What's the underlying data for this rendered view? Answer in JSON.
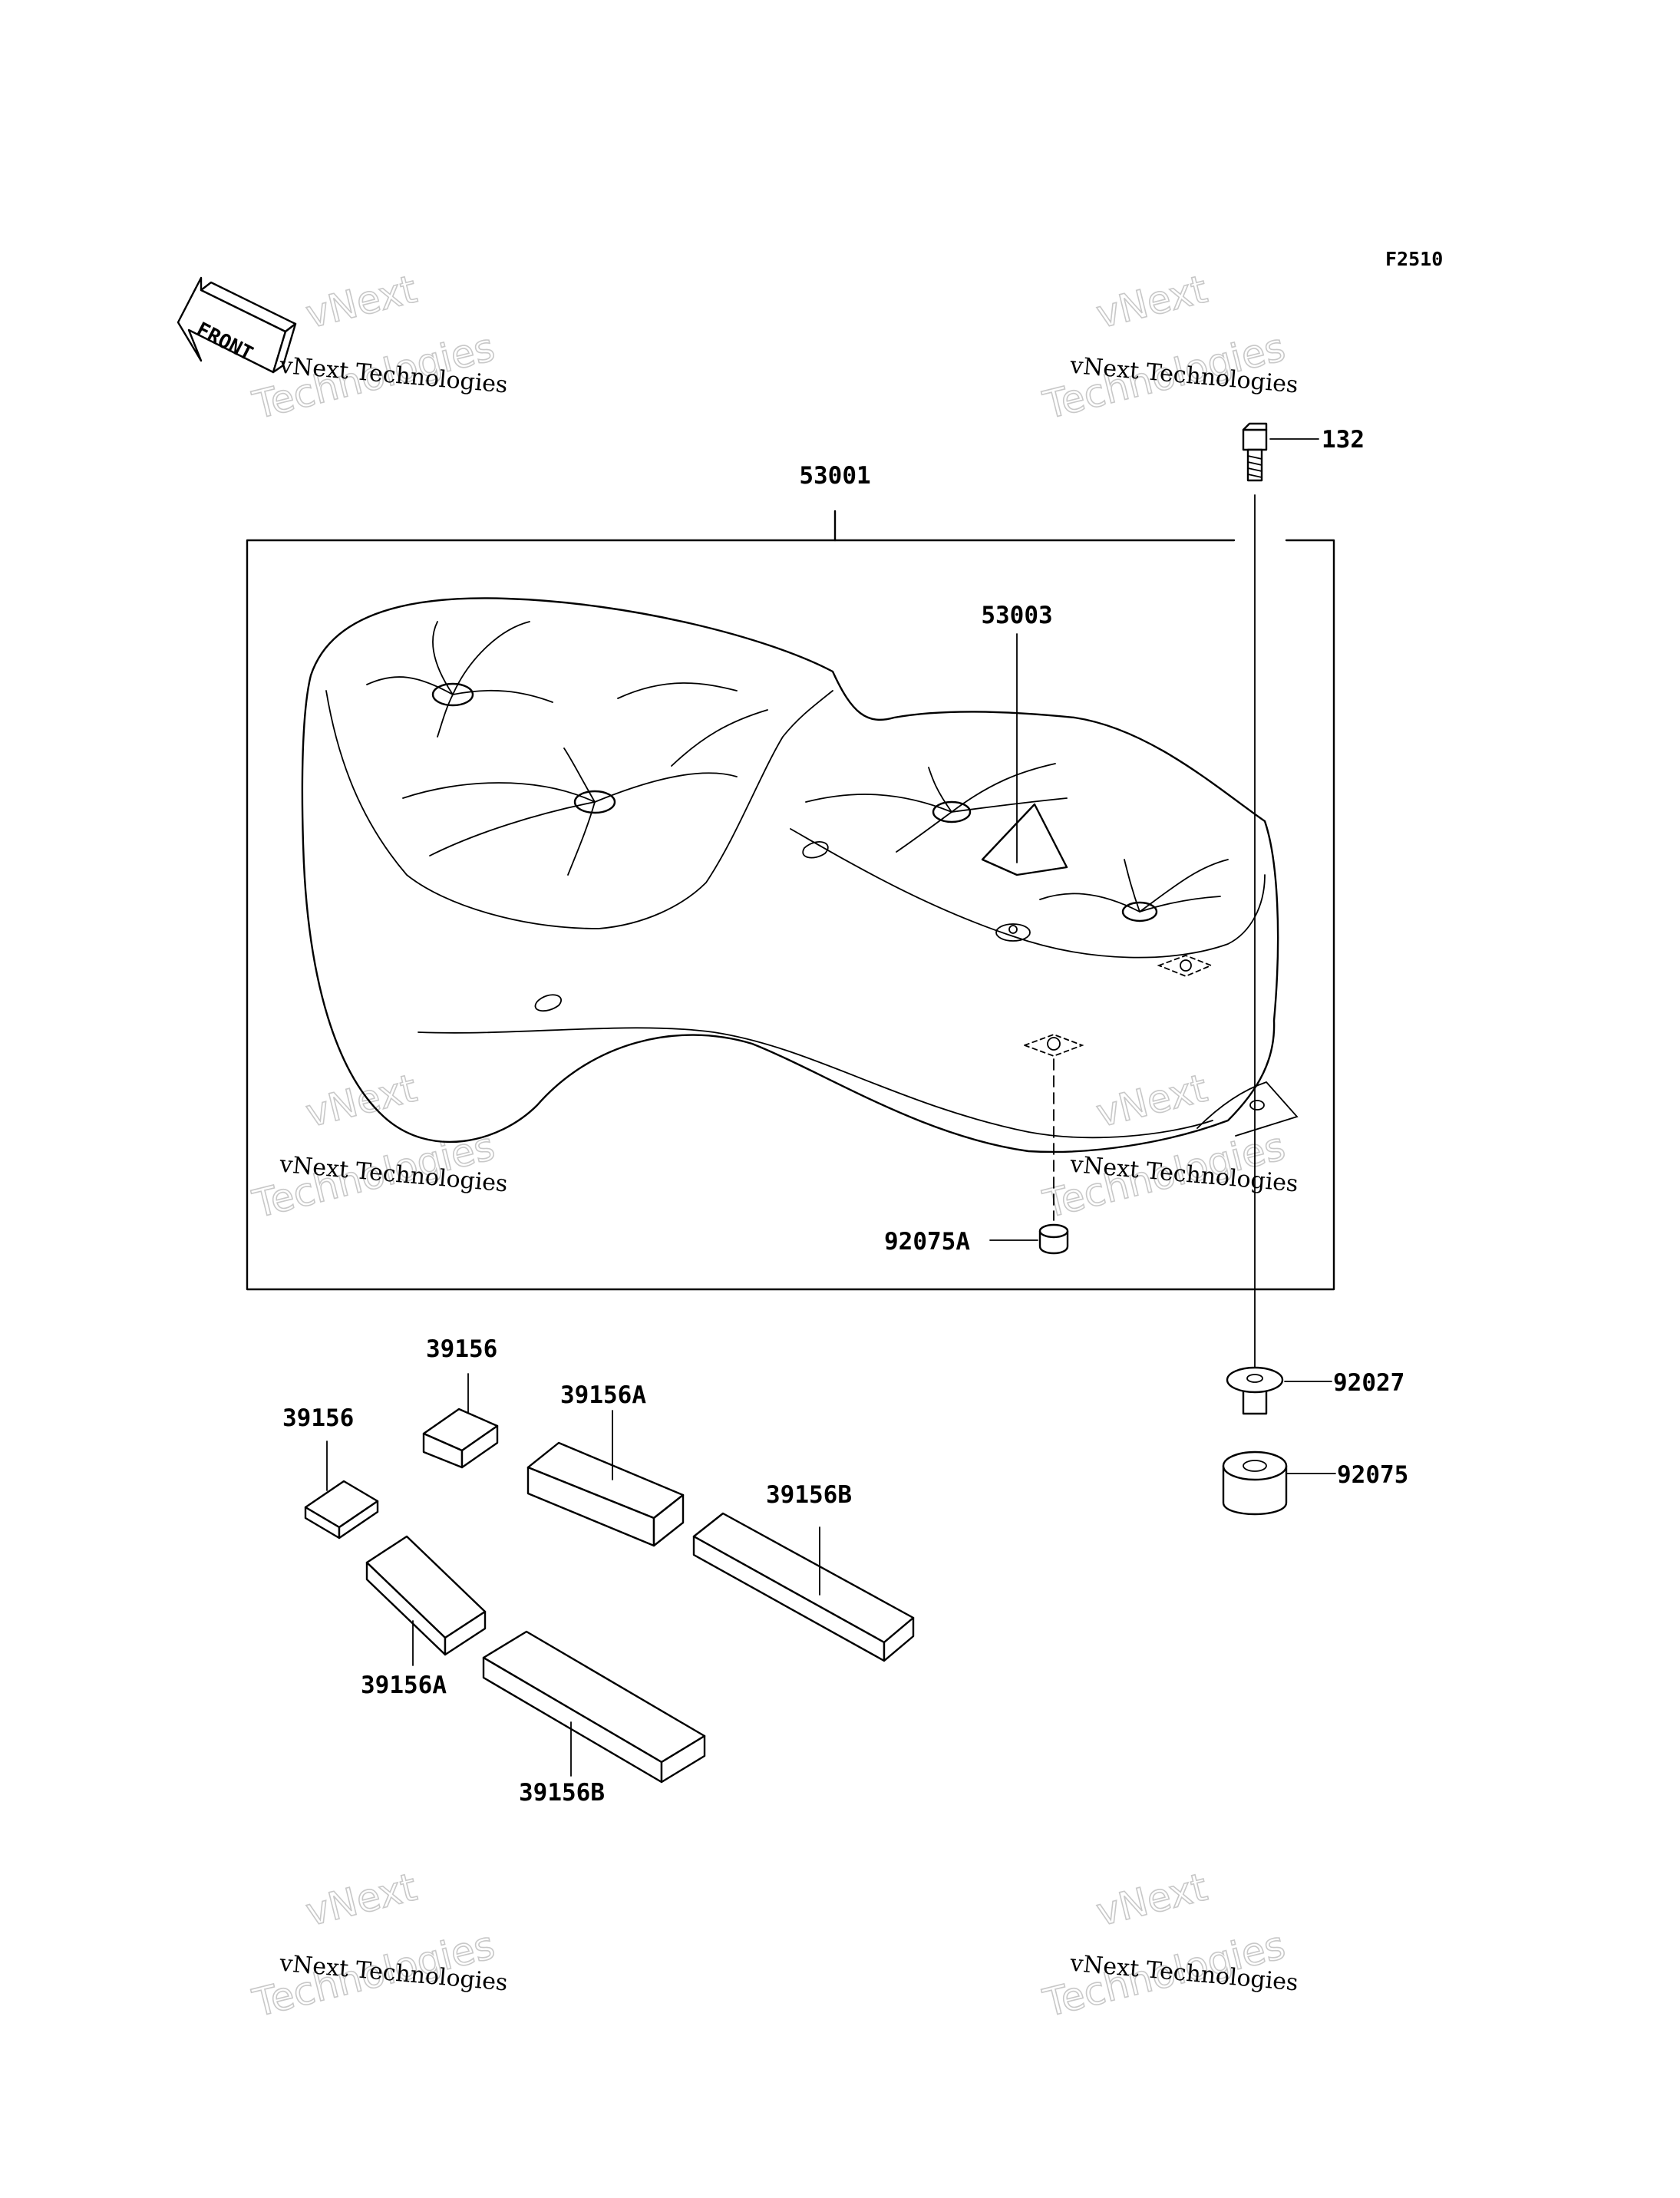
{
  "figure_code": "F2510",
  "front_arrow": {
    "label": "FRONT"
  },
  "watermark": {
    "line1": "vNext",
    "line2": "vNext Technologies",
    "line3": "Technologies"
  },
  "parts": {
    "seat": "53001",
    "label_plate": "53003",
    "bolt": "132",
    "damper_a": "92075A",
    "collar": "92027",
    "damper": "92075",
    "pad_small_1": "39156",
    "pad_small_2": "39156",
    "pad_medium_1": "39156A",
    "pad_medium_2": "39156A",
    "pad_long_1": "39156B",
    "pad_long_2": "39156B"
  }
}
